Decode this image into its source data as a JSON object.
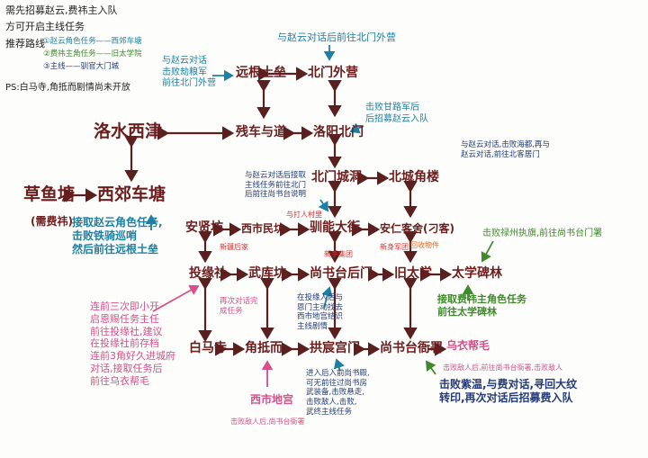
{
  "header": {
    "line1": "需先招募赵云,费祎主入队",
    "line2": "方可开启主线任务",
    "legend_title": "推荐路线",
    "legend_items": [
      "①赵云角色任务——西郊车塘",
      "②费祎主角任务——旧太学院",
      "③主线——驯官大门城",
      "PS:白马寺,角抵而剧情尚未开放"
    ]
  },
  "nodes": {
    "yuangen": "远根土垒",
    "beimen_wai": "北门外营",
    "luoshui": "洛水西津",
    "canche": "残车与道",
    "luoyang_beimen": "洛阳北门",
    "beimen_chengdong": "北门城洞",
    "beicheng_jiaolou": "北城角楼",
    "caiyutang": "草鱼塘",
    "xijiao": "西郊车塘",
    "caiyutang_sub": "(需费祎)",
    "anxiang": "安贤坊",
    "xishi": "西市民坊",
    "tuoneng": "驯能大街",
    "anren": "安仁客舍(刁客)",
    "tuolushe": "投缘社",
    "wuan": "武库坊",
    "shangshu_hou": "尚书台后门",
    "jiutaixue": "旧太学",
    "taixue_beilin": "太学碑林",
    "baimasi": "白马寺",
    "jiaodi": "角抵而",
    "gongchenmen": "拱宸宫门",
    "shangshu_yamen": "尚书台衙署",
    "xishi_dixia": "西市地宫",
    "wumaji": "乌衣帮毛"
  },
  "notes": {
    "yuan_left": "与赵云对话\n击败劫粮军\n前往北门外营",
    "top_center": "与赵云对话后前往北门外营",
    "luoyang_right": "击败甘路军后\n后招募赵云入队",
    "right_top": "与赵云对话,击败海都,再与\n赵云对话,前往北客居门",
    "center_blue": "与赵云对话后接取\n主线任务前往北门\n后前往尚书台说明",
    "red_center": "与打人村里",
    "red_small": "新疆后家",
    "red_xishi": "新手集团",
    "red_bottom": "新身军团",
    "orange_anren": "回收物件",
    "teal_big": "接取赵云角色任务,\n击败铁骑巡哨\n然后前往远根土垒",
    "green_right": "击败禄州执旗,前往尚书台门署",
    "green_bottom": "接取费祎主角色任务\n前往太学碑林",
    "pink_left": "连前三次即小开\n启恩赐任务主任\n前往投缘社,建议\n在投缘社前存档\n连前3角好久进城府\n对话,接取任务后\n前往乌衣帮毛",
    "tuolushe_note": "再次对话完\n成任务",
    "navy_middle": "在投缘人后与\n恩门主动找去\n西市地宫结识\n主线剧情",
    "navy_bottom": "进入后入前尚书殿,\n可无前往过尚书房\n武装备,击败悬走,\n击败敌人,击败,\n武终主线任务",
    "pink_bottom": "击败敌人后,前往尚书台衙署,击败敌人",
    "pink_bottom2": "击败敌人后,尚书台衙署",
    "big_blue_bottom": "击败紫温,与费对话,寻回大纹\n转印,再次对话后招募费入队"
  },
  "colors": {
    "node": "#6b1d1d",
    "edge": "#5a2020",
    "blue_edge": "#1d7fa3",
    "green_edge": "#3f8a2c",
    "pink_edge": "#d94f8a"
  }
}
